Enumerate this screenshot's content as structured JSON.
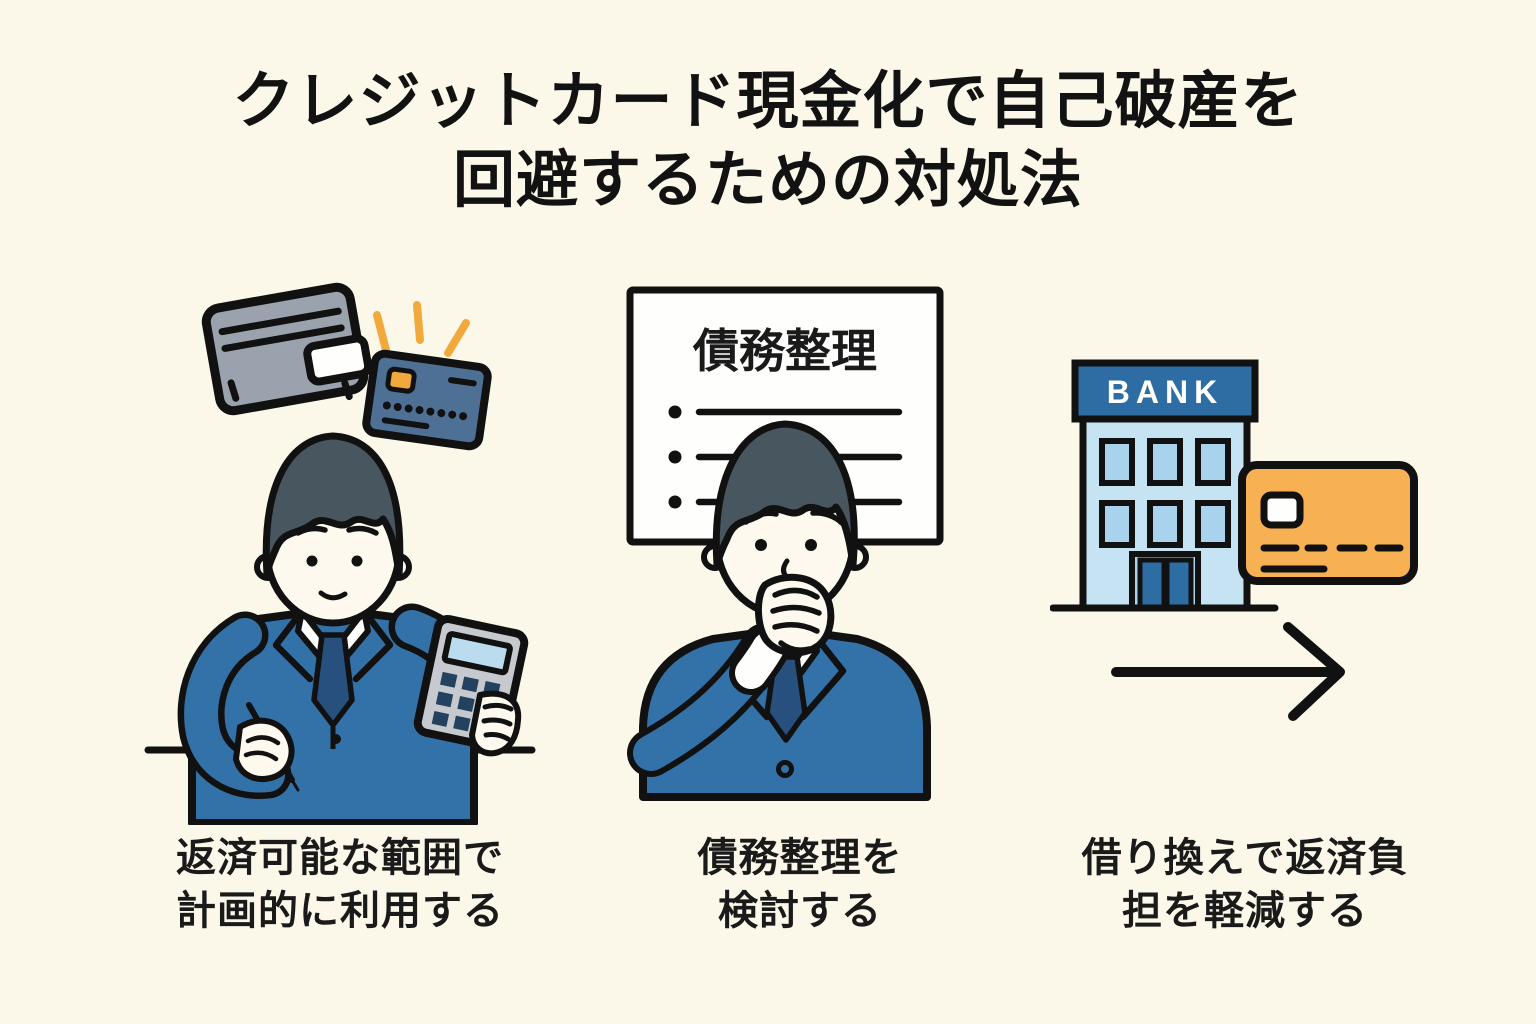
{
  "title": {
    "line1": "クレジットカード現金化で自己破産を",
    "line2": "回避するための対処法"
  },
  "panels": {
    "planned_use": {
      "caption_line1": "返済可能な範囲で",
      "caption_line2": "計画的に利用する"
    },
    "debt_workout": {
      "board_title": "債務整理",
      "caption_line1": "債務整理を",
      "caption_line2": "検討する"
    },
    "refinance": {
      "bank_label": "BANK",
      "caption_line1": "借り換えで返済負",
      "caption_line2": "担を軽減する"
    }
  },
  "colors": {
    "background": "#FBF7E9",
    "outline": "#111111",
    "suit_blue": "#3372A8",
    "tie_navy": "#27507E",
    "hair_slate": "#47565F",
    "skin_cream": "#FDF9EE",
    "accent_orange": "#F2A93B",
    "card_orange": "#F7B052",
    "card_blue": "#4E7094",
    "bank_blue": "#2E6DA4",
    "building_light_blue": "#C6E3F3",
    "window_blue": "#A9D3EC",
    "wallet_gray": "#9AA3AD",
    "calculator_gray": "#C6CACE",
    "calculator_screen_blue": "#BBDCEF",
    "paper_white": "#FEFEFC"
  }
}
